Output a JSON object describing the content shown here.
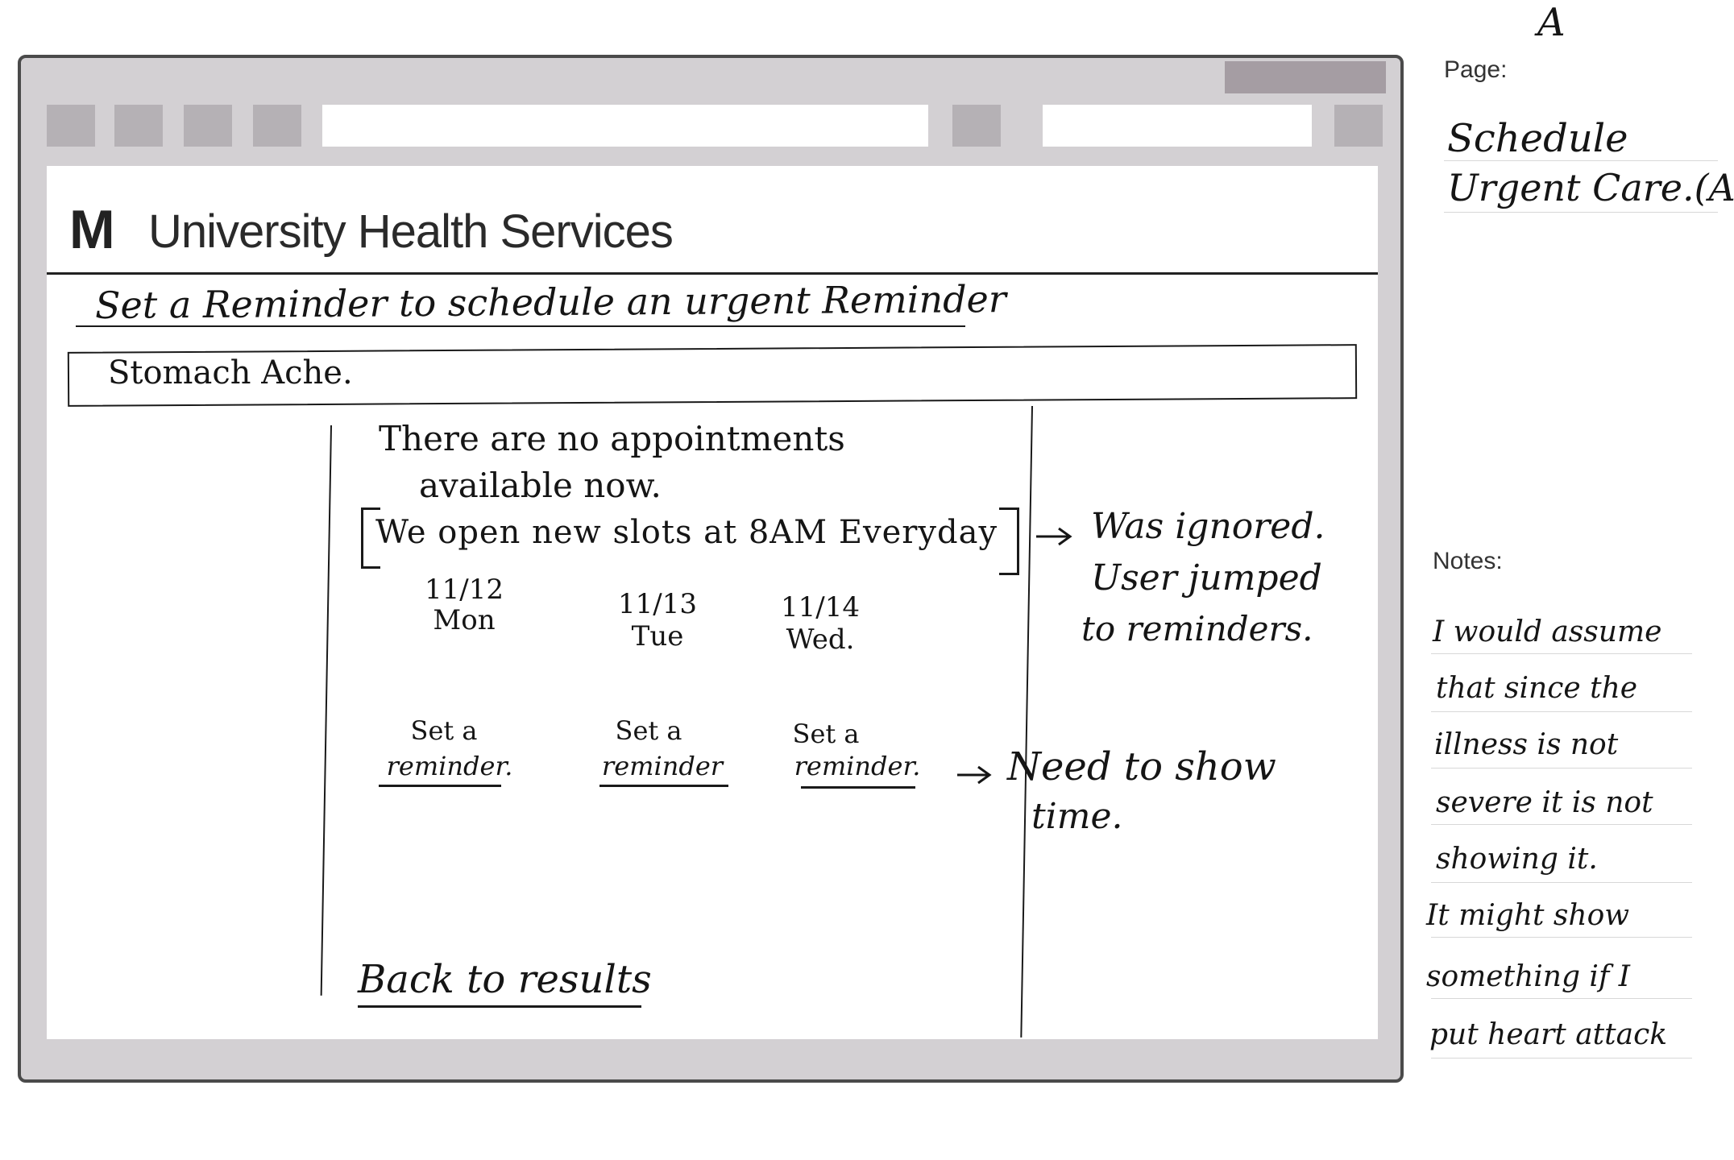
{
  "sheet": {
    "corner_mark": "A"
  },
  "site": {
    "logo_letter": "M",
    "title": "University Health Services"
  },
  "page": {
    "heading": "Set a Reminder to schedule an urgent Reminder",
    "search_value": "Stomach Ache."
  },
  "availability": {
    "message_line1": "There are no appointments",
    "message_line2": "available now.",
    "slots_note": "We open new slots at 8AM Everyday"
  },
  "days": [
    {
      "date": "11/12",
      "weekday": "Mon",
      "action_top": "Set a",
      "action_link": "reminder."
    },
    {
      "date": "11/13",
      "weekday": "Tue",
      "action_top": "Set a",
      "action_link": "reminder"
    },
    {
      "date": "11/14",
      "weekday": "Wed.",
      "action_top": "Set a",
      "action_link": "reminder."
    }
  ],
  "back_link": "Back to results",
  "annotations": {
    "slots_line1": "Was ignored.",
    "slots_line2": "User jumped",
    "slots_line3": "to reminders.",
    "reminder_line1": "Need to show",
    "reminder_line2": "time."
  },
  "side": {
    "page_label": "Page:",
    "page_name_line1": "Schedule",
    "page_name_line2": "Urgent Care.(A",
    "notes_label": "Notes:",
    "notes_lines": [
      "I would assume",
      "that since the",
      "illness is not",
      "severe it is not",
      "showing it.",
      "It might show",
      "something if I",
      "put heart attack"
    ]
  }
}
